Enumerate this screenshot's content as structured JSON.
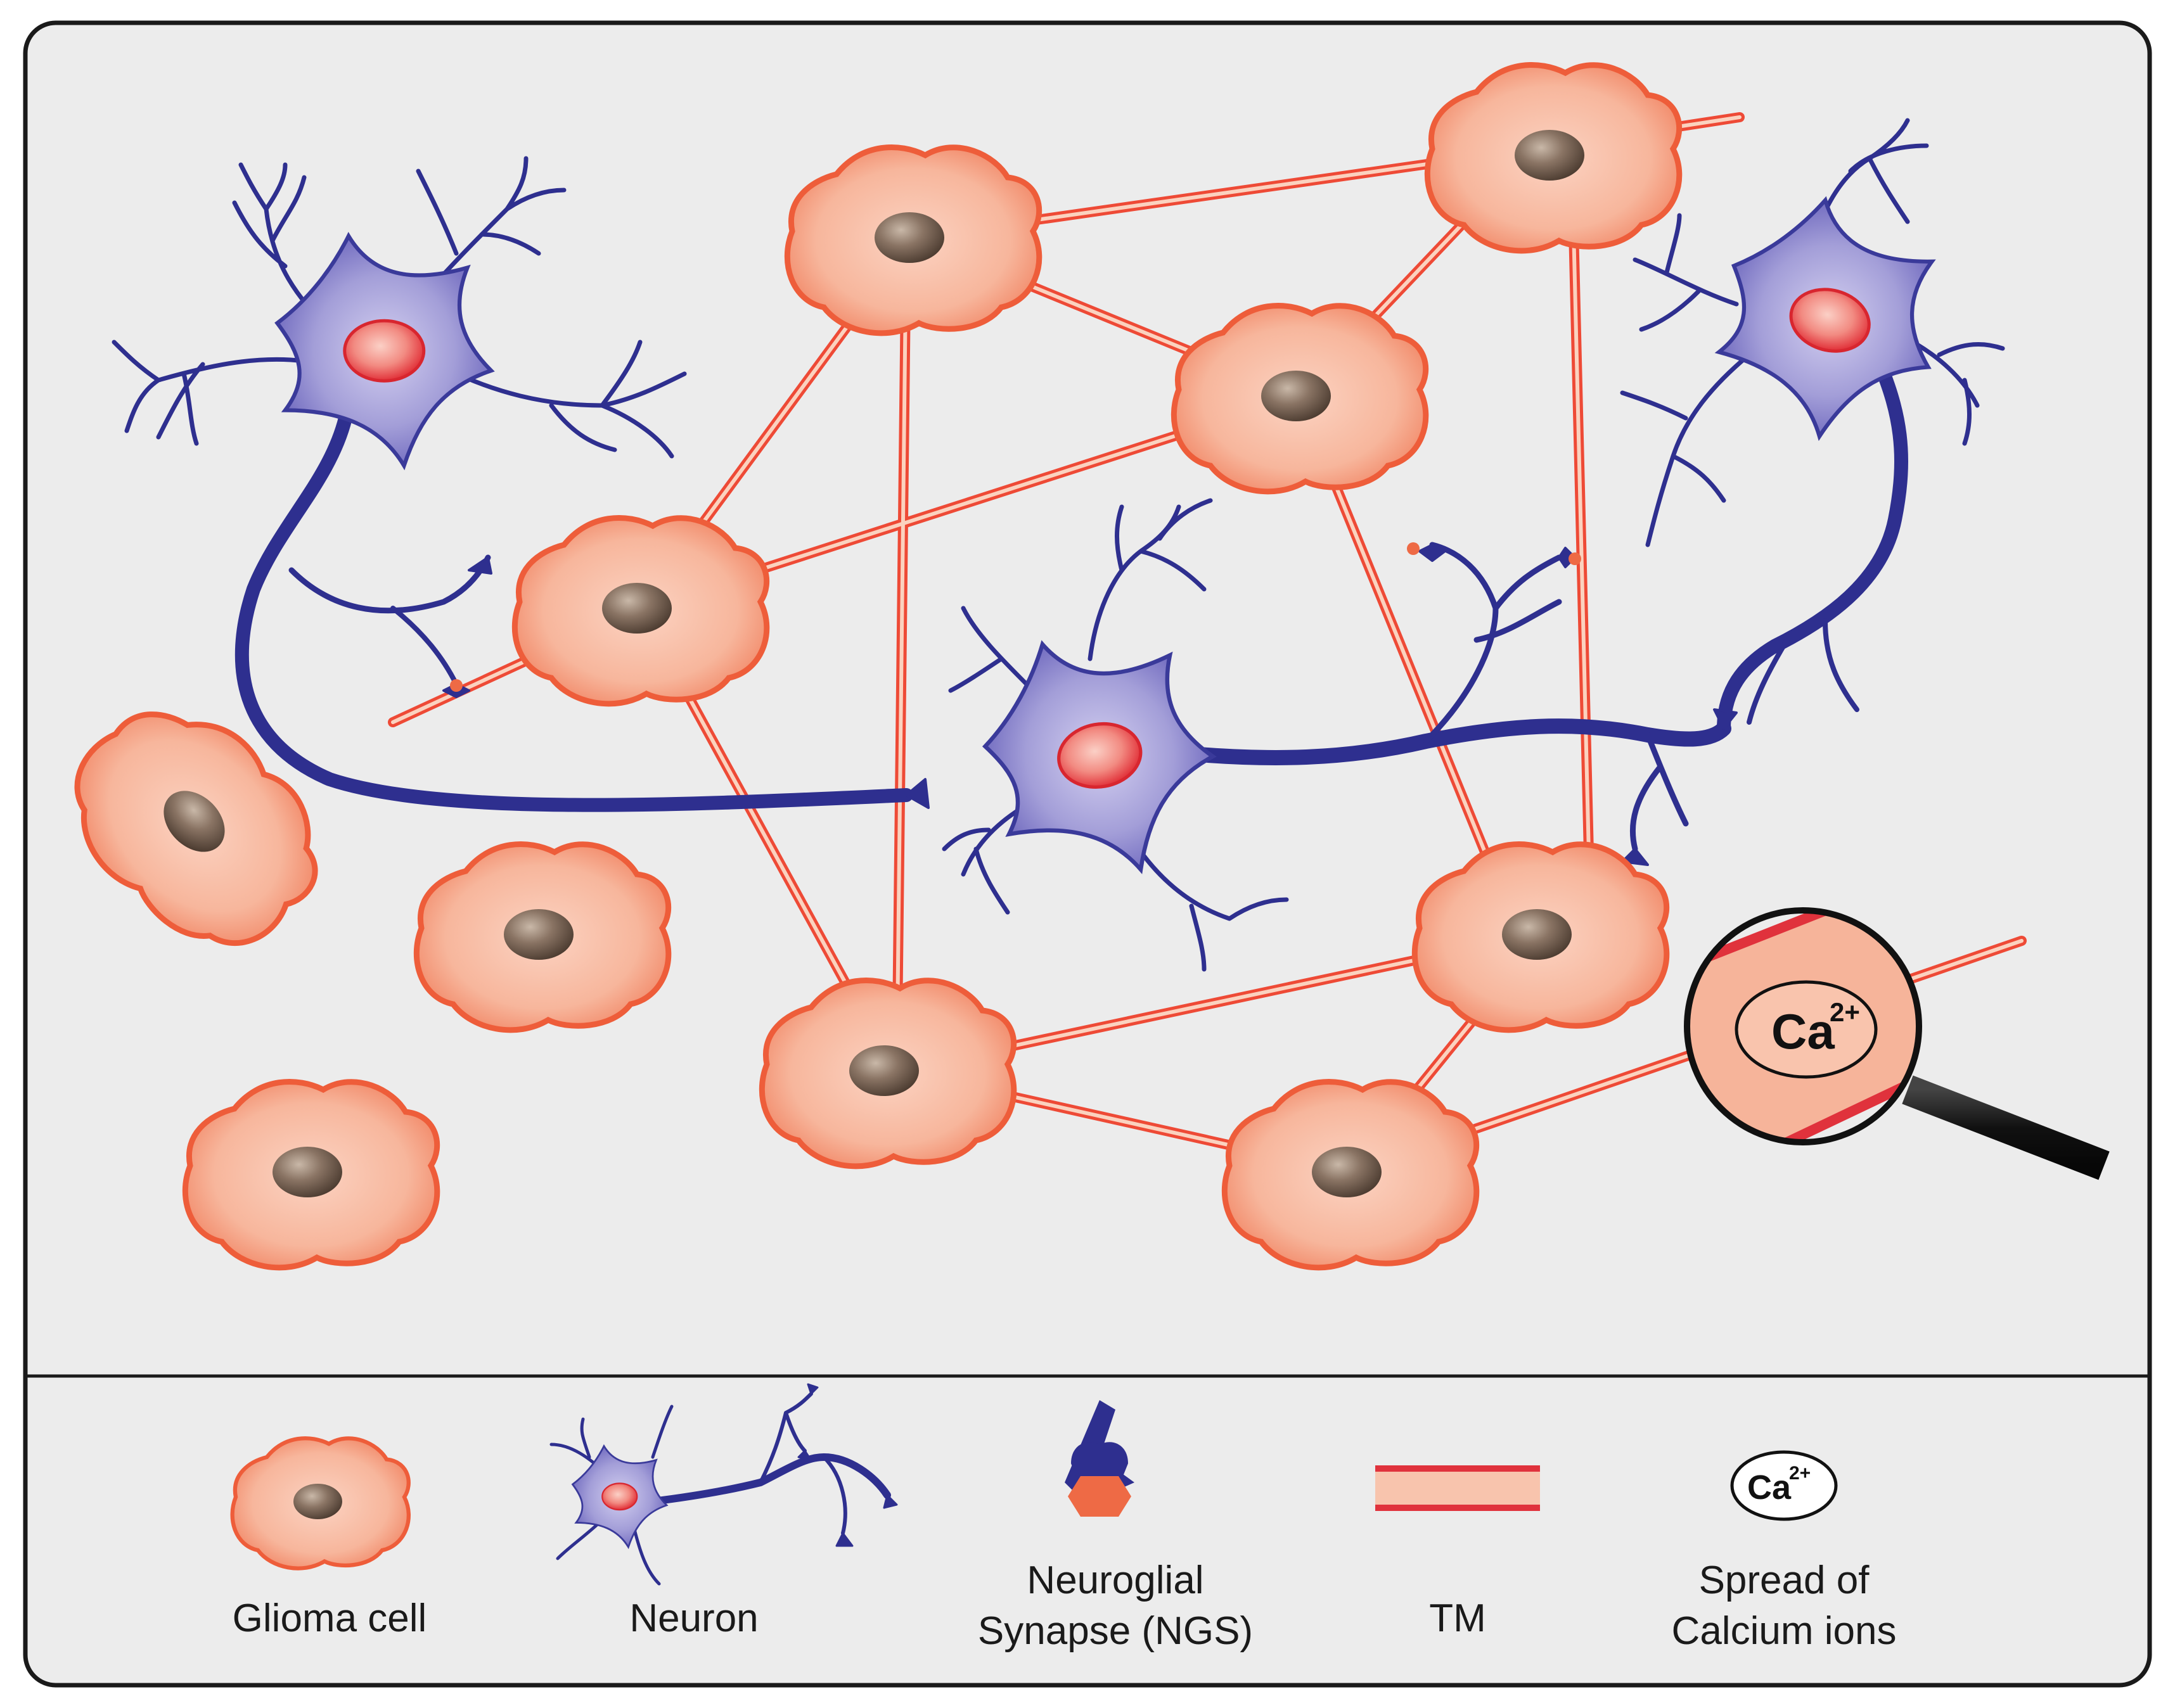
{
  "magnifier": {
    "ion_symbol": "Ca",
    "ion_charge": "2+"
  },
  "legend": {
    "glioma_cell": "Glioma cell",
    "neuron": "Neuron",
    "ngs_line1": "Neuroglial",
    "ngs_line2": "Synapse (NGS)",
    "tm": "TM",
    "calcium_line1": "Spread of",
    "calcium_line2": "Calcium ions",
    "ion_symbol": "Ca",
    "ion_charge": "2+"
  },
  "colors": {
    "background": "#ececec",
    "frame": "#1a1a1a",
    "glioma_fill": "#f6b49a",
    "glioma_edge": "#ef5a35",
    "nucleus": "#6b5a4c",
    "neuron_body": "#9b95d2",
    "neuron_line": "#2e2f8f",
    "neuron_nucleus": "#e0323c",
    "tm_edge": "#ee4a36",
    "tm_fill": "#fbd2bf",
    "magnifier_handle": "#111111"
  }
}
